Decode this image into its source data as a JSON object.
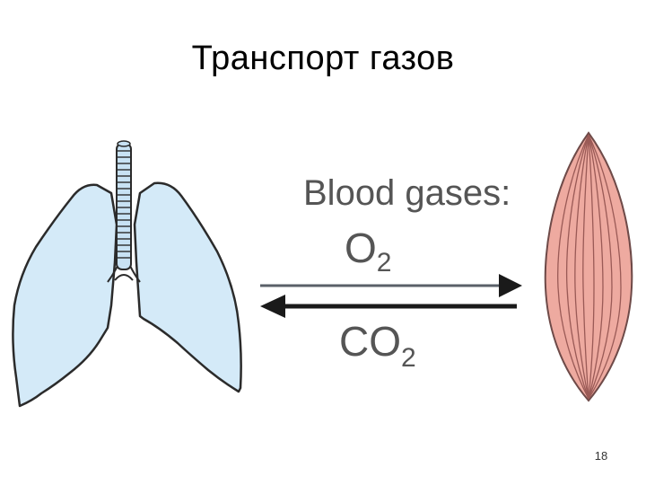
{
  "slide": {
    "title": "Транспорт газов",
    "page_number": "18"
  },
  "diagram": {
    "heading": "Blood gases:",
    "o2_label": {
      "base": "O",
      "sub": "2"
    },
    "co2_label": {
      "base": "CO",
      "sub": "2"
    },
    "arrow_o2_direction": "right",
    "arrow_co2_direction": "left"
  },
  "colors": {
    "lung_fill": "#d4eaf8",
    "outline": "#2b2b2b",
    "muscle_fill": "#eeaaa0",
    "muscle_lines": "#9a5a56",
    "arrow_o2": "#5a6068",
    "arrow_co2": "#1a1a1a",
    "label_text": "#555555"
  }
}
